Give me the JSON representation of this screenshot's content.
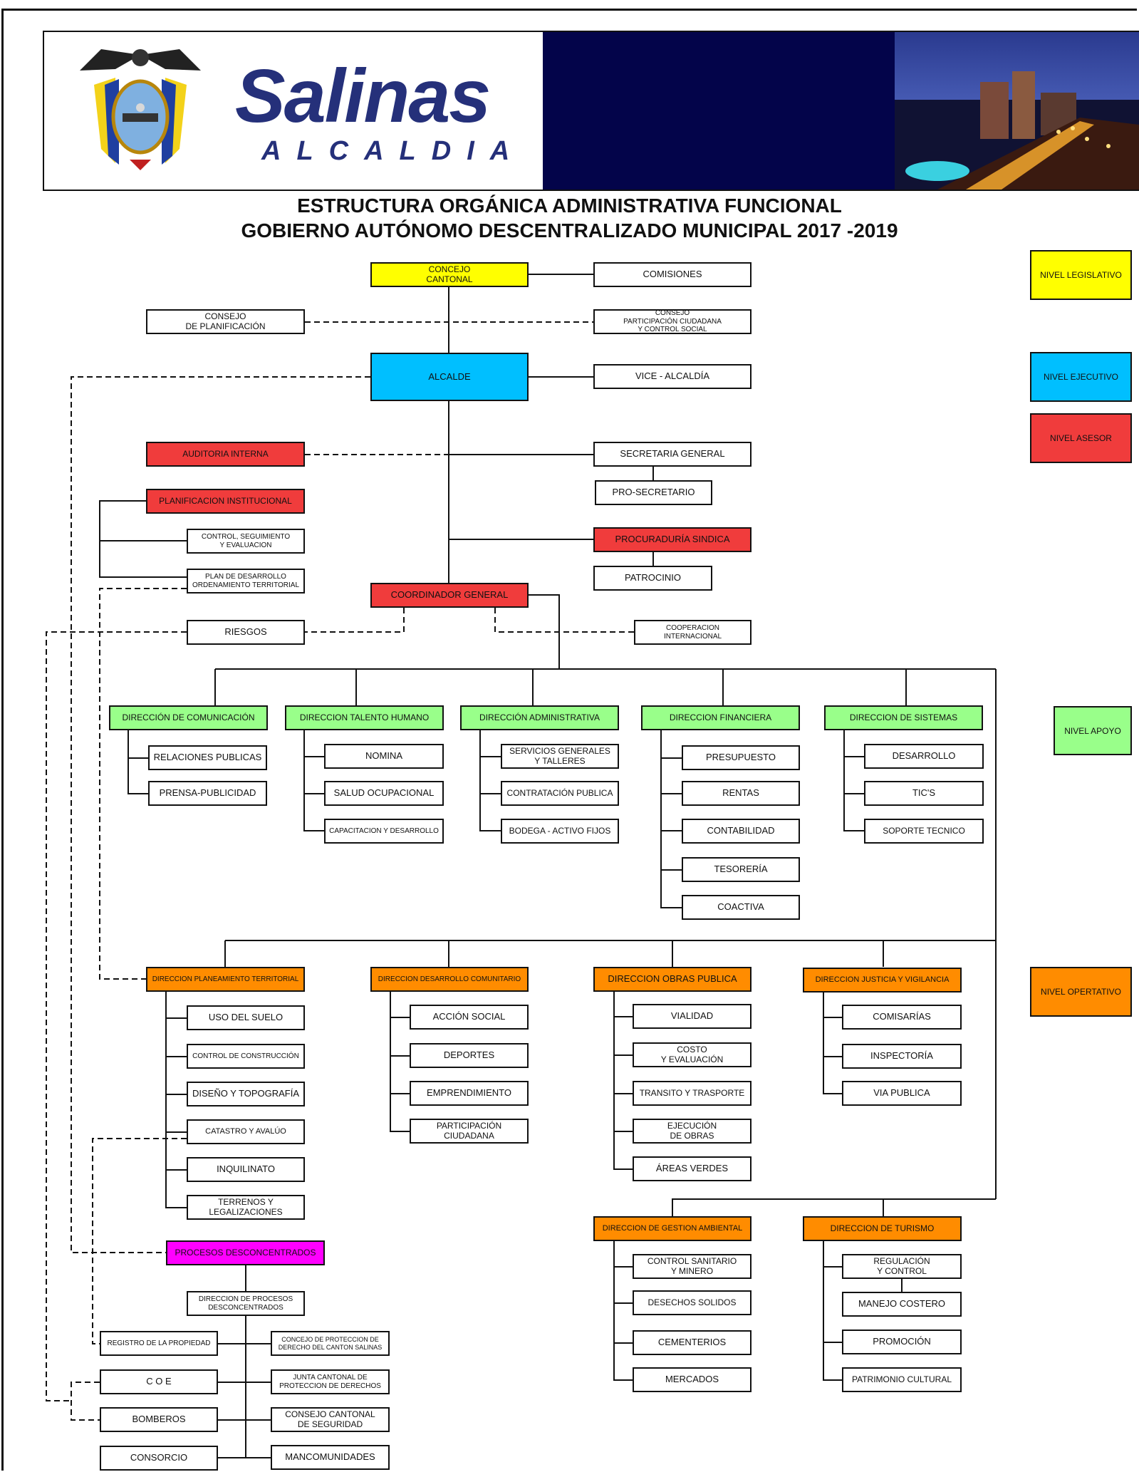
{
  "header": {
    "brand_name": "Salinas",
    "brand_sub": "ALCALDIA",
    "title_line1": "ESTRUCTURA ORGÁNICA ADMINISTRATIVA FUNCIONAL",
    "title_line2": "GOBIERNO AUTÓNOMO DESCENTRALIZADO MUNICIPAL   2017 -2019"
  },
  "colors": {
    "legislativo": "#ffff00",
    "ejecutivo": "#00bfff",
    "asesor": "#f03c3c",
    "apoyo": "#99ff8a",
    "operativo": "#ff8c00",
    "desconcentrado": "#ff00ff",
    "header_band": "#03044a"
  },
  "legend": {
    "legislativo": "NIVEL LEGISLATIVO",
    "ejecutivo": "NIVEL EJECUTIVO",
    "asesor": "NIVEL ASESOR",
    "apoyo": "NIVEL  APOYO",
    "operativo": "NIVEL  OPERTATIVO"
  },
  "nodes": {
    "concejo": "CONCEJO\nCANTONAL",
    "comisiones": "COMISIONES",
    "consejo_planificacion": "CONSEJO\nDE  PLANIFICACIÓN",
    "consejo_participacion": "CONSEJO\nPARTICIPACIÓN CIUDADANA\nY    CONTROL SOCIAL",
    "alcalde": "ALCALDE",
    "vice_alcaldia": "VICE - ALCALDÍA",
    "auditoria": "AUDITORIA INTERNA",
    "secretaria": "SECRETARIA GENERAL",
    "pro_secretario": "PRO-SECRETARIO",
    "planificacion_inst": "PLANIFICACION INSTITUCIONAL",
    "control_seguimiento": "CONTROL, SEGUIMIENTO\nY EVALUACION",
    "plan_desarrollo": "PLAN DE DESARROLLO\nORDENAMIENTO TERRITORIAL",
    "procuraduria": "PROCURADURÍA SINDICA",
    "patrocinio": "PATROCINIO",
    "coordinador": "COORDINADOR  GENERAL",
    "riesgos": "RIESGOS",
    "cooperacion": "COOPERACION INTERNACIONAL",
    "dir_comunicacion": "DIRECCIÓN DE COMUNICACIÓN",
    "relaciones": "RELACIONES PUBLICAS",
    "prensa": "PRENSA-PUBLICIDAD",
    "dir_talento": "DIRECCION TALENTO  HUMANO",
    "nomina": "NOMINA",
    "salud": "SALUD  OCUPACIONAL",
    "capacitacion": "CAPACITACION Y DESARROLLO",
    "dir_administrativa": "DIRECCIÓN ADMINISTRATIVA",
    "servicios": "SERVICIOS GENERALES\nY  TALLERES",
    "contratacion": "CONTRATACIÓN PUBLICA",
    "bodega": "BODEGA - ACTIVO FIJOS",
    "dir_financiera": "DIRECCION  FINANCIERA",
    "presupuesto": "PRESUPUESTO",
    "rentas": "RENTAS",
    "contabilidad": "CONTABILIDAD",
    "tesoreria": "TESORERÍA",
    "coactiva": "COACTIVA",
    "dir_sistemas": "DIRECCION DE SISTEMAS",
    "desarrollo": "DESARROLLO",
    "tics": "TIC'S",
    "soporte": "SOPORTE TECNICO",
    "dir_planeamiento": "DIRECCION PLANEAMIENTO TERRITORIAL",
    "uso_suelo": "USO DEL SUELO",
    "control_construccion": "CONTROL  DE CONSTRUCCIÓN",
    "diseno": "DISEÑO Y TOPOGRAFÍA",
    "catastro": "CATASTRO Y AVALÚO",
    "inquilinato": "INQUILINATO",
    "terrenos": "TERRENOS  Y\nLEGALIZACIONES",
    "dir_desarrollo_com": "DIRECCION DESARROLLO COMUNITARIO",
    "accion_social": "ACCIÓN SOCIAL",
    "deportes": "DEPORTES",
    "emprendimiento": "EMPRENDIMIENTO",
    "participacion_ciud": "PARTICIPACIÓN\nCIUDADANA",
    "dir_obras": "DIRECCION OBRAS PUBLICA",
    "vialidad": "VIALIDAD",
    "costo": "COSTO\nY  EVALUACIÓN",
    "transito": "TRANSITO Y TRASPORTE",
    "ejecucion": "EJECUCIÓN\nDE OBRAS",
    "areas_verdes": "ÁREAS VERDES",
    "dir_justicia": "DIRECCION JUSTICIA Y VIGILANCIA",
    "comisarias": "COMISARÍAS",
    "inspectoria": "INSPECTORÍA",
    "via_publica": "VIA PUBLICA",
    "dir_gestion_amb": "DIRECCION DE GESTION AMBIENTAL",
    "control_sanitario": "CONTROL SANITARIO\nY MINERO",
    "desechos": "DESECHOS SOLIDOS",
    "cementerios": "CEMENTERIOS",
    "mercados": "MERCADOS",
    "dir_turismo": "DIRECCION  DE TURISMO",
    "regulacion": "REGULACIÓN\nY  CONTROL",
    "manejo_costero": "MANEJO COSTERO",
    "promocion": "PROMOCIÓN",
    "patrimonio": "PATRIMONIO CULTURAL",
    "procesos_desc": "PROCESOS  DESCONCENTRADOS",
    "dir_procesos_desc": "DIRECCION DE PROCESOS\nDESCONCENTRADOS",
    "registro_propiedad": "REGISTRO DE LA PROPIEDAD",
    "concejo_proteccion": "CONCEJO DE PROTECCION DE\nDERECHO DEL CANTON SALINAS",
    "coe": "C O E",
    "junta_cantonal": "JUNTA  CANTONAL DE\nPROTECCION DE DERECHOS",
    "bomberos": "BOMBEROS",
    "consejo_seguridad": "CONSEJO CANTONAL\nDE SEGURIDAD",
    "consorcio": "CONSORCIO",
    "mancomunidades": "MANCOMUNIDADES"
  }
}
